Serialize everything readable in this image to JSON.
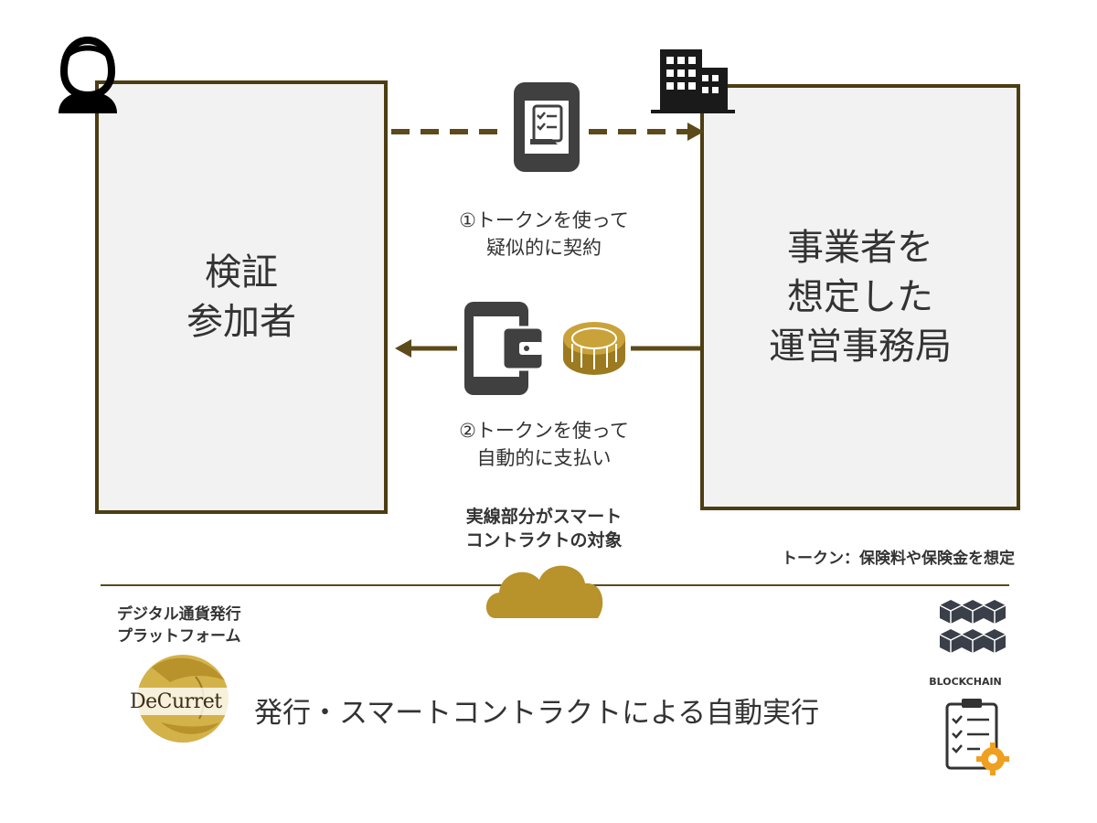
{
  "participant_box": {
    "label": "検証\n参加者"
  },
  "office_box": {
    "label": "事業者を\n想定した\n運営事務局"
  },
  "step1": {
    "text": "①トークンを使って\n疑似的に契約"
  },
  "step2": {
    "text": "②トークンを使って\n自動的に支払い"
  },
  "scope_note": "実線部分がスマート\nコントラクトの対象",
  "token_note": "トークン：保険料や保険金を想定",
  "platform_label": "デジタル通貨発行\nプラットフォーム",
  "logo_text": "DeCurret",
  "main_caption": "発行・スマートコントラクトによる自動実行",
  "blockchain_label": "BLOCKCHAIN",
  "colors": {
    "border": "#4d3d12",
    "arrow": "#5c4a1a",
    "gold": "#b8922a",
    "icon_dark": "#404040",
    "box_fill": "#f2f2f2"
  },
  "icons": [
    "person-icon",
    "building-icon",
    "phone-contract-icon",
    "phone-wallet-icon",
    "coin-icon",
    "cloud-icon",
    "blockchain-icon",
    "checklist-gear-icon",
    "decurret-logo"
  ]
}
